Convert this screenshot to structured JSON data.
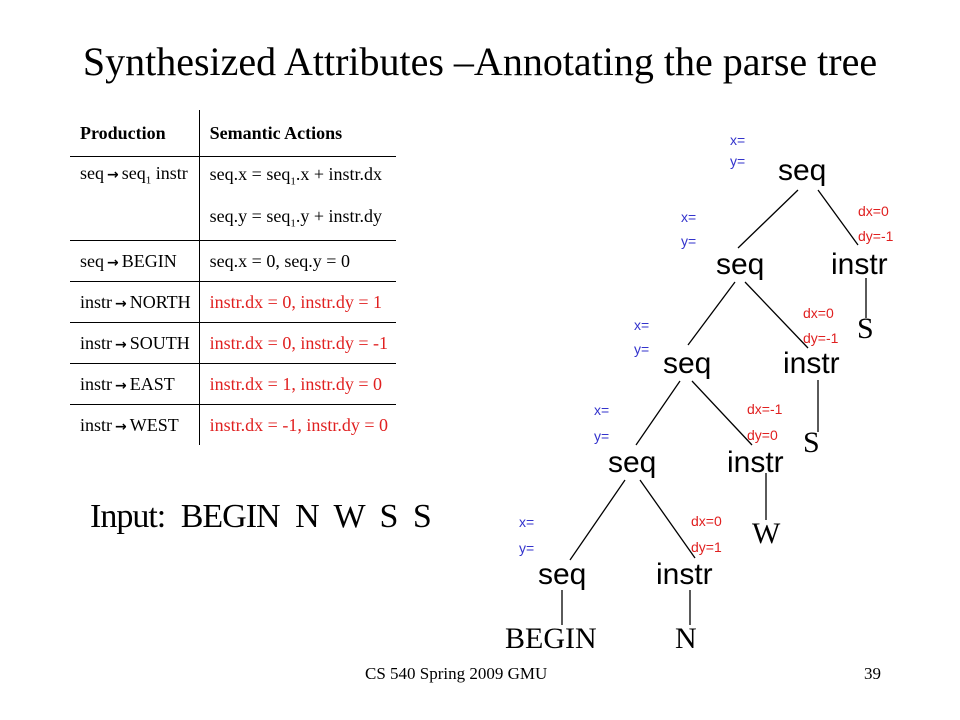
{
  "title": "Synthesized Attributes –Annotating the parse tree",
  "table": {
    "header": [
      "Production",
      "Semantic Actions"
    ],
    "rows": [
      {
        "lhs": "seq",
        "rhs": "seq",
        "rhs_sub": "1",
        "rhs_tail": " instr",
        "actions": [
          "seq.x = seq1.x + instr.dx",
          "seq.y = seq1.y + instr.dy"
        ],
        "color": "black"
      },
      {
        "lhs": "seq",
        "rhs": "BEGIN",
        "actions": [
          "seq.x = 0,  seq.y = 0"
        ],
        "color": "black"
      },
      {
        "lhs": "instr",
        "rhs": "NORTH",
        "actions": [
          "instr.dx = 0, instr.dy = 1"
        ],
        "color": "red"
      },
      {
        "lhs": "instr",
        "rhs": "SOUTH",
        "actions": [
          "instr.dx = 0, instr.dy = -1"
        ],
        "color": "red"
      },
      {
        "lhs": "instr",
        "rhs": "EAST",
        "actions": [
          "instr.dx = 1, instr.dy = 0"
        ],
        "color": "red"
      },
      {
        "lhs": "instr",
        "rhs": "WEST",
        "actions": [
          "instr.dx = -1, instr.dy = 0"
        ],
        "color": "red"
      }
    ]
  },
  "input": {
    "label": "Input:",
    "value": "BEGIN N W S S"
  },
  "tree": {
    "nodes": {
      "seq1": "seq",
      "seq2": "seq",
      "seq3": "seq",
      "seq4": "seq",
      "seq5": "seq",
      "instr1": "instr",
      "instr2": "instr",
      "instr3": "instr",
      "instr4": "instr",
      "leaf_begin": "BEGIN",
      "leaf_n": "N",
      "leaf_w": "W",
      "leaf_s1": "S",
      "leaf_s2": "S"
    },
    "seq_attrs": {
      "x": "x=",
      "y": "y="
    },
    "instr_attrs": [
      {
        "dx": "dx=0",
        "dy": "dy=-1"
      },
      {
        "dx": "dx=0",
        "dy": "dy=-1"
      },
      {
        "dx": "dx=-1",
        "dy": "dy=0"
      },
      {
        "dx": "dx=0",
        "dy": "dy=1"
      }
    ]
  },
  "footer": {
    "course": "CS 540 Spring 2009 GMU",
    "page": "39"
  }
}
